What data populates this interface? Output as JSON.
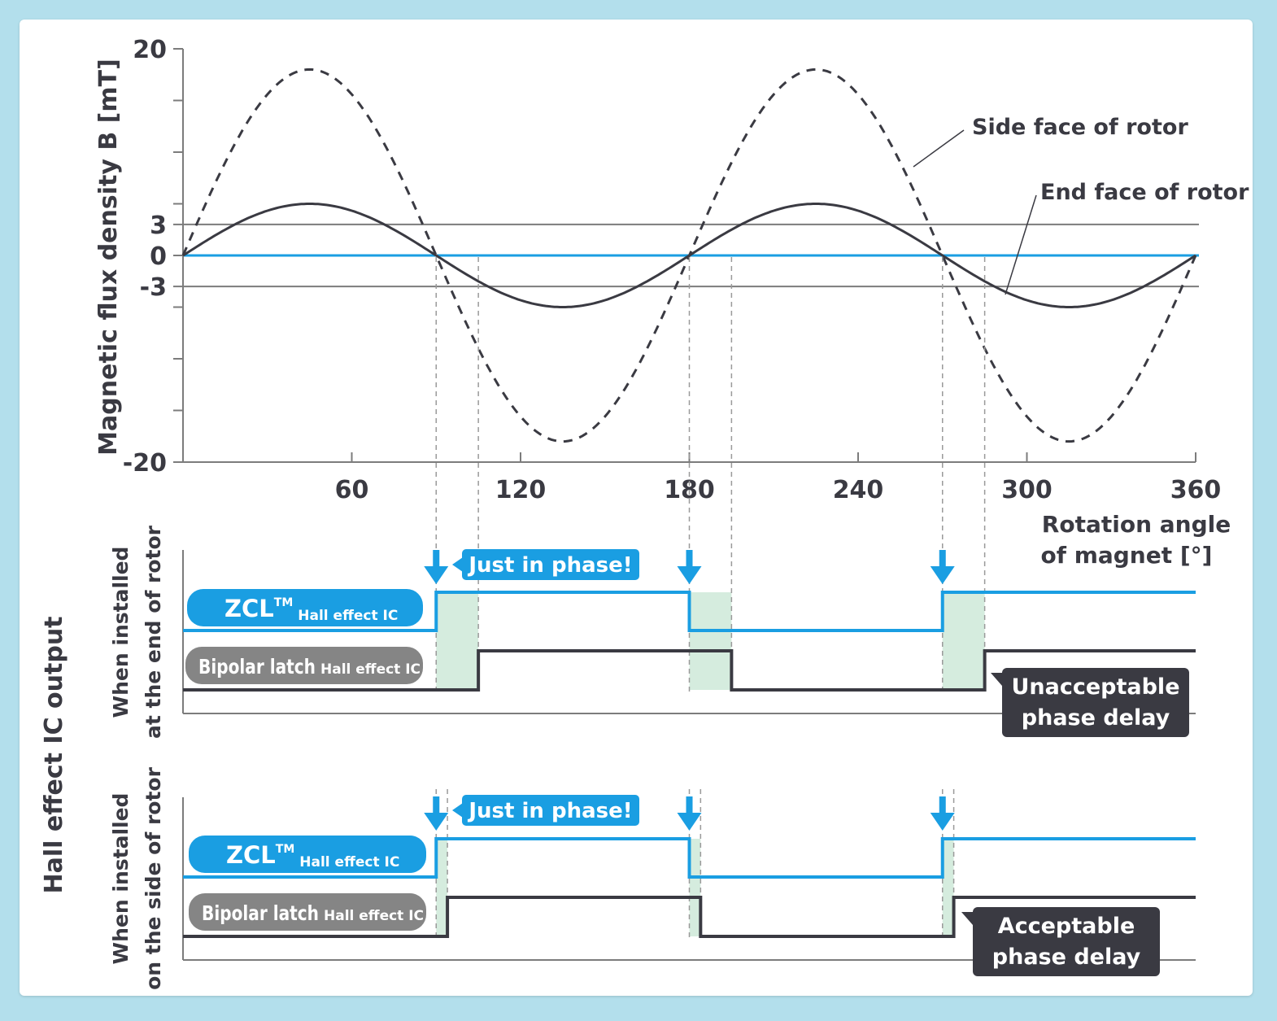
{
  "chart_data": [
    {
      "type": "line",
      "title": "",
      "xlabel_lines": [
        "Rotation angle",
        "of magnet [°]"
      ],
      "ylabel": "Magnetic flux density B [mT]",
      "xlim": [
        0,
        360
      ],
      "ylim": [
        -20,
        20
      ],
      "x_ticks": [
        60,
        120,
        180,
        240,
        300,
        360
      ],
      "y_tick_labels": [
        20,
        3,
        0,
        -3,
        -20
      ],
      "y_minor_ticks": [
        15,
        10,
        5,
        -5,
        -10,
        -15
      ],
      "threshold_lines": [
        3,
        -3
      ],
      "series": [
        {
          "name": "Side face of rotor",
          "style": "dashed",
          "amplitude": 18,
          "period_deg": 180,
          "color": "#3a3a42"
        },
        {
          "name": "End face of rotor",
          "style": "solid",
          "amplitude": 5,
          "period_deg": 180,
          "color": "#3a3a42"
        }
      ],
      "zero_line_color": "#1a9ee2"
    },
    {
      "type": "line",
      "title": "Hall effect IC output",
      "panels": [
        {
          "row_label_lines": [
            "When installed",
            "at the end of rotor"
          ],
          "zcl_label": "ZCL",
          "zcl_tm": "TM",
          "zcl_sub": "Hall effect IC",
          "latch_label": "Bipolar latch",
          "latch_sub": "Hall effect IC",
          "callout": "Just in phase!",
          "delay_lines": [
            "Unacceptable",
            "phase delay"
          ],
          "zcl_transitions": [
            90,
            180,
            270
          ],
          "latch_transitions": [
            105,
            195,
            285
          ],
          "zcl_initial_state": "low",
          "latch_initial_state": "low"
        },
        {
          "row_label_lines": [
            "When installed",
            "on the side of rotor"
          ],
          "zcl_label": "ZCL",
          "zcl_tm": "TM",
          "zcl_sub": "Hall effect IC",
          "latch_label": "Bipolar latch",
          "latch_sub": "Hall effect IC",
          "callout": "Just in phase!",
          "delay_lines": [
            "Acceptable",
            "phase delay"
          ],
          "zcl_transitions": [
            90,
            180,
            270
          ],
          "latch_transitions": [
            94,
            184,
            274
          ],
          "zcl_initial_state": "low",
          "latch_initial_state": "low"
        }
      ]
    }
  ],
  "colors": {
    "accent": "#1a9ee2",
    "dark": "#3a3a42",
    "gray": "#7c7c7c",
    "delay_fill": "#d5ecde",
    "background": "#b3dfec"
  }
}
